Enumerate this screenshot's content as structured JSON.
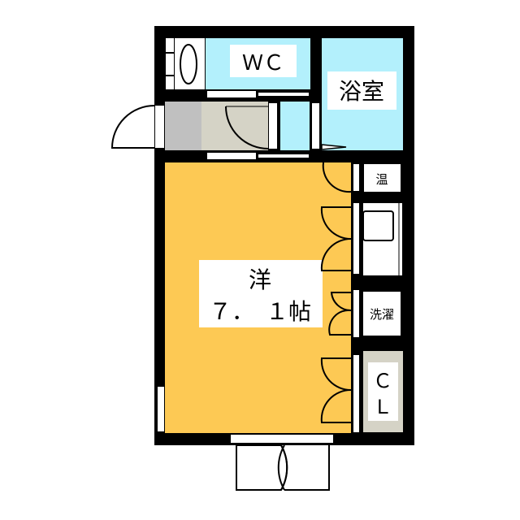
{
  "rooms": {
    "wc": {
      "label": "ＷＣ"
    },
    "bath": {
      "label": "浴室"
    },
    "western": {
      "label": "洋",
      "size": "７．　１帖"
    },
    "water_heater": {
      "label": "温"
    },
    "laundry": {
      "label": "洗濯"
    },
    "closet": {
      "label_line1": "Ｃ",
      "label_line2": "Ｌ"
    }
  },
  "colors": {
    "wall": "#000000",
    "western_floor": "#FDC954",
    "wet_area": "#B3F0FC",
    "entrance": "#C0C0C0",
    "hallway": "#D5D3C6",
    "closet_floor": "#D5D3C6"
  }
}
